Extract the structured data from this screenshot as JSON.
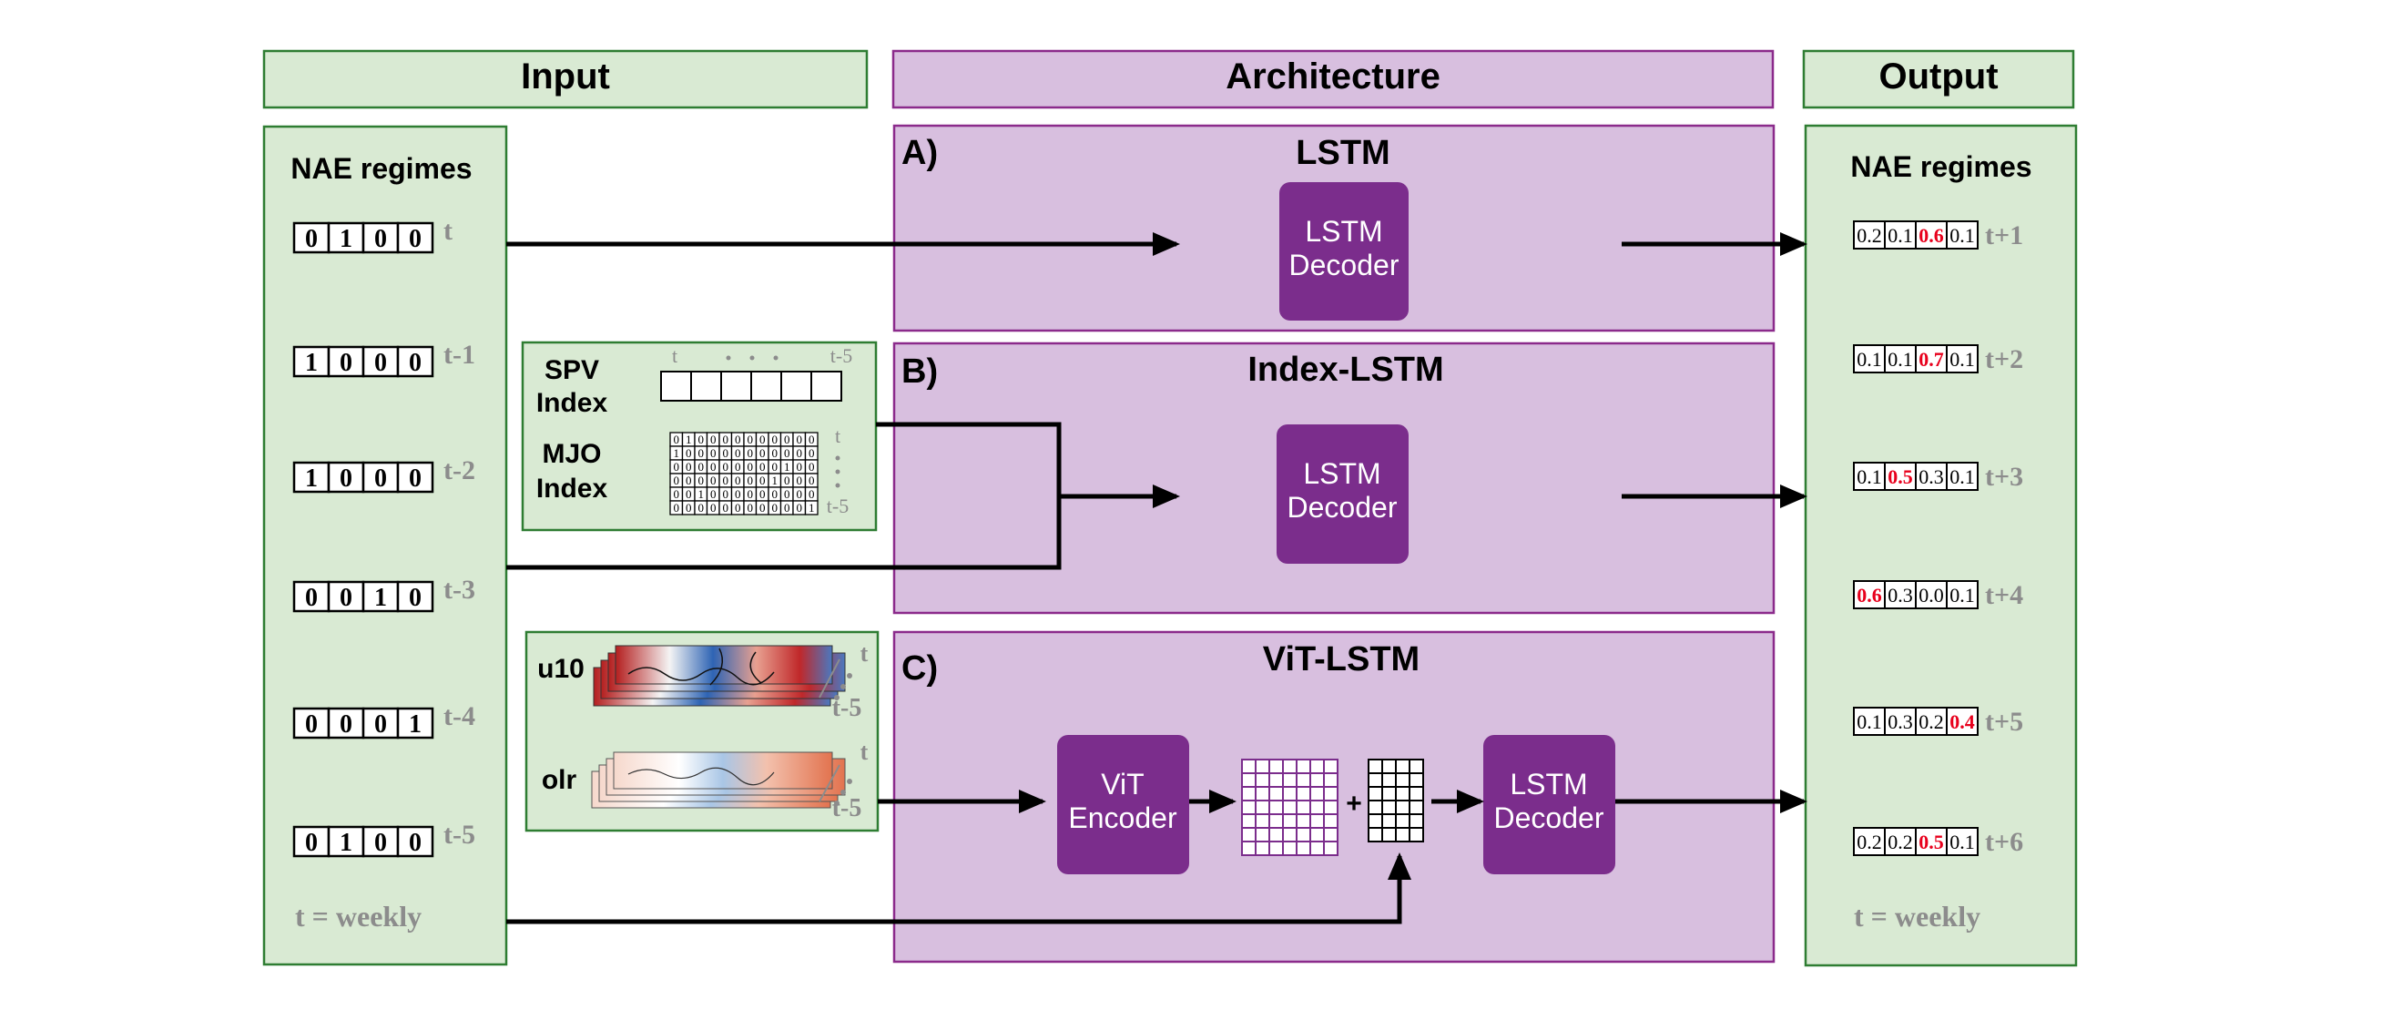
{
  "headers": {
    "input": "Input",
    "architecture": "Architecture",
    "output": "Output"
  },
  "input": {
    "title": "NAE regimes",
    "rows": [
      {
        "vector": [
          "0",
          "1",
          "0",
          "0"
        ],
        "time": "t"
      },
      {
        "vector": [
          "1",
          "0",
          "0",
          "0"
        ],
        "time": "t-1"
      },
      {
        "vector": [
          "1",
          "0",
          "0",
          "0"
        ],
        "time": "t-2"
      },
      {
        "vector": [
          "0",
          "0",
          "1",
          "0"
        ],
        "time": "t-3"
      },
      {
        "vector": [
          "0",
          "0",
          "0",
          "1"
        ],
        "time": "t-4"
      },
      {
        "vector": [
          "0",
          "1",
          "0",
          "0"
        ],
        "time": "t-5"
      }
    ],
    "footer": "t = weekly"
  },
  "index_inputs": {
    "spv_label_1": "SPV",
    "spv_label_2": "Index",
    "mjo_label_1": "MJO",
    "mjo_label_2": "Index",
    "spv_time_start": "t",
    "spv_time_end": "t-5",
    "mjo_time_start": "t",
    "mjo_time_end": "t-5",
    "mjo_grid": [
      [
        "0",
        "1",
        "0",
        "0",
        "0",
        "0",
        "0",
        "0",
        "0",
        "0",
        "0",
        "0"
      ],
      [
        "1",
        "0",
        "0",
        "0",
        "0",
        "0",
        "0",
        "0",
        "0",
        "0",
        "0",
        "0"
      ],
      [
        "0",
        "0",
        "0",
        "0",
        "0",
        "0",
        "0",
        "0",
        "0",
        "1",
        "0",
        "0"
      ],
      [
        "0",
        "0",
        "0",
        "0",
        "0",
        "0",
        "0",
        "0",
        "1",
        "0",
        "0",
        "0"
      ],
      [
        "0",
        "0",
        "1",
        "0",
        "0",
        "0",
        "0",
        "0",
        "0",
        "0",
        "0",
        "0"
      ],
      [
        "0",
        "0",
        "0",
        "0",
        "0",
        "0",
        "0",
        "0",
        "0",
        "0",
        "0",
        "1"
      ]
    ]
  },
  "field_inputs": {
    "u10_label": "u10",
    "olr_label": "olr",
    "time_start": "t",
    "time_end": "t-5"
  },
  "panels": {
    "a": {
      "letter": "A)",
      "title": "LSTM",
      "decoder_1": "LSTM",
      "decoder_2": "Decoder"
    },
    "b": {
      "letter": "B)",
      "title": "Index-LSTM",
      "decoder_1": "LSTM",
      "decoder_2": "Decoder"
    },
    "c": {
      "letter": "C)",
      "title": "ViT-LSTM",
      "encoder_1": "ViT",
      "encoder_2": "Encoder",
      "plus": "+",
      "decoder_1": "LSTM",
      "decoder_2": "Decoder"
    }
  },
  "output": {
    "title": "NAE regimes",
    "rows": [
      {
        "probs": [
          "0.2",
          "0.1",
          "0.6",
          "0.1"
        ],
        "highlight": 2,
        "time": "t+1"
      },
      {
        "probs": [
          "0.1",
          "0.1",
          "0.7",
          "0.1"
        ],
        "highlight": 2,
        "time": "t+2"
      },
      {
        "probs": [
          "0.1",
          "0.5",
          "0.3",
          "0.1"
        ],
        "highlight": 1,
        "time": "t+3"
      },
      {
        "probs": [
          "0.6",
          "0.3",
          "0.0",
          "0.1"
        ],
        "highlight": 0,
        "time": "t+4"
      },
      {
        "probs": [
          "0.1",
          "0.3",
          "0.2",
          "0.4"
        ],
        "highlight": 3,
        "time": "t+5"
      },
      {
        "probs": [
          "0.2",
          "0.2",
          "0.5",
          "0.1"
        ],
        "highlight": 2,
        "time": "t+6"
      }
    ],
    "footer": "t = weekly"
  },
  "colors": {
    "green_fill": "#d9ead3",
    "green_stroke": "#2e7d32",
    "purple_fill": "#d8bfdf",
    "purple_stroke": "#8b2a8b",
    "block_fill": "#7b2d8c",
    "gray_text": "#8c8c8c",
    "highlight_red": "#e8001c"
  }
}
